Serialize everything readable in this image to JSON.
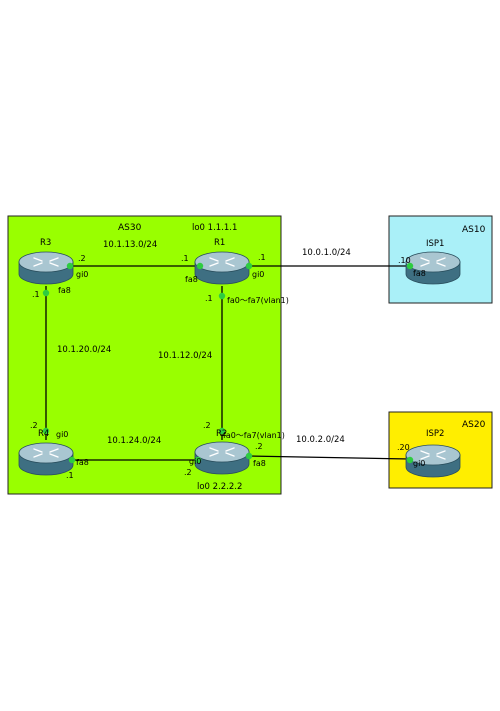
{
  "colors": {
    "as30_fill": "#99ff00",
    "as10_fill": "#aaf0f8",
    "as20_fill": "#ffee00",
    "port_dot": "#2ecc40",
    "link": "#000000",
    "router_body": "#5f8fa0"
  },
  "areas": {
    "as30": {
      "label": "AS30"
    },
    "as10": {
      "label": "AS10"
    },
    "as20": {
      "label": "AS20"
    }
  },
  "loopbacks": {
    "r1": "lo0 1.1.1.1",
    "r2": "lo0 2.2.2.2"
  },
  "routers": {
    "r1": {
      "name": "R1",
      "icon": "router-icon"
    },
    "r2": {
      "name": "R2",
      "icon": "router-icon"
    },
    "r3": {
      "name": "R3",
      "icon": "router-icon"
    },
    "r4": {
      "name": "R4",
      "icon": "router-icon"
    },
    "isp1": {
      "name": "ISP1",
      "icon": "router-icon"
    },
    "isp2": {
      "name": "ISP2",
      "icon": "router-icon"
    }
  },
  "subnets": {
    "r3_r1": "10.1.13.0/24",
    "r1_isp1": "10.0.1.0/24",
    "r3_r4": "10.1.20.0/24",
    "r1_r2": "10.1.12.0/24",
    "r4_r2": "10.1.24.0/24",
    "r2_isp2": "10.0.2.0/24"
  },
  "ports": {
    "r3_gi0": "gi0",
    "r3_gi0_host": ".2",
    "r3_fa8": "fa8",
    "r3_fa8_host": ".1",
    "r1_fa8": "fa8",
    "r1_fa8_host": ".1",
    "r1_gi0": "gi0",
    "r1_gi0_host": ".1",
    "r1_fa_range": "fa0～fa7(vlan1)",
    "r1_fa_range_host": ".1",
    "isp1_fa8": "fa8",
    "isp1_host": ".10",
    "r4_gi0": "gi0",
    "r4_gi0_host": ".2",
    "r4_fa8": "fa8",
    "r4_fa8_host": ".1",
    "r2_fa_range": "fa0～fa7(vlan1)",
    "r2_fa_range_host": ".2",
    "r2_gi0": "gi0",
    "r2_gi0_host": ".2",
    "r2_fa8": "fa8",
    "r2_fa8_host": ".2",
    "isp2_gi0": "gi0",
    "isp2_host": ".20"
  }
}
